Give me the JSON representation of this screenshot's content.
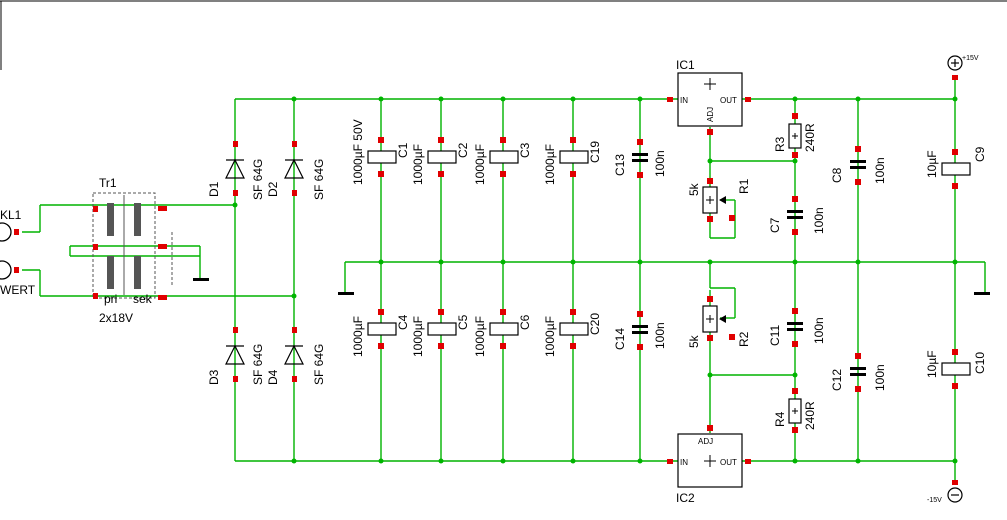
{
  "colors": {
    "wire": "#00b400",
    "pad": "#e00000",
    "line": "#000000",
    "background": "#ffffff"
  },
  "connectors": {
    "input_1": "KL1",
    "input_2": "WERT",
    "plus": "+15V",
    "minus": "-15V"
  },
  "transformer": {
    "name": "Tr1",
    "primary": "pri",
    "secondary": "sek",
    "value": "2x18V"
  },
  "diodes": [
    {
      "name": "D1",
      "value": "SF 64G"
    },
    {
      "name": "D2",
      "value": "SF 64G"
    },
    {
      "name": "D3",
      "value": "SF 64G"
    },
    {
      "name": "D4",
      "value": "SF 64G"
    }
  ],
  "caps_top": [
    {
      "name": "C1",
      "value": "1000µF 50V"
    },
    {
      "name": "C2",
      "value": "1000µF"
    },
    {
      "name": "C3",
      "value": "1000µF"
    },
    {
      "name": "C19",
      "value": "1000µF"
    }
  ],
  "caps_bottom": [
    {
      "name": "C4",
      "value": "1000µF"
    },
    {
      "name": "C5",
      "value": "1000µF"
    },
    {
      "name": "C6",
      "value": "1000µF"
    },
    {
      "name": "C20",
      "value": "1000µF"
    }
  ],
  "small_caps": {
    "C13": {
      "name": "C13",
      "value": "100n"
    },
    "C14": {
      "name": "C14",
      "value": "100n"
    },
    "C7": {
      "name": "C7",
      "value": "100n"
    },
    "C11": {
      "name": "C11",
      "value": "100n"
    },
    "C8": {
      "name": "C8",
      "value": "100n"
    },
    "C12": {
      "name": "C12",
      "value": "100n"
    },
    "C9": {
      "name": "C9",
      "value": "10µF"
    },
    "C10": {
      "name": "C10",
      "value": "10µF"
    }
  },
  "regulators": {
    "ic1": {
      "name": "IC1",
      "in": "IN",
      "out": "OUT",
      "adj": "ADJ"
    },
    "ic2": {
      "name": "IC2",
      "in": "IN",
      "out": "OUT",
      "adj": "ADJ"
    }
  },
  "resistors": {
    "R3": {
      "name": "R3",
      "value": "240R"
    },
    "R4": {
      "name": "R4",
      "value": "240R"
    },
    "R1": {
      "name": "R1",
      "value": "5k"
    },
    "R2": {
      "name": "R2",
      "value": "5k"
    }
  }
}
